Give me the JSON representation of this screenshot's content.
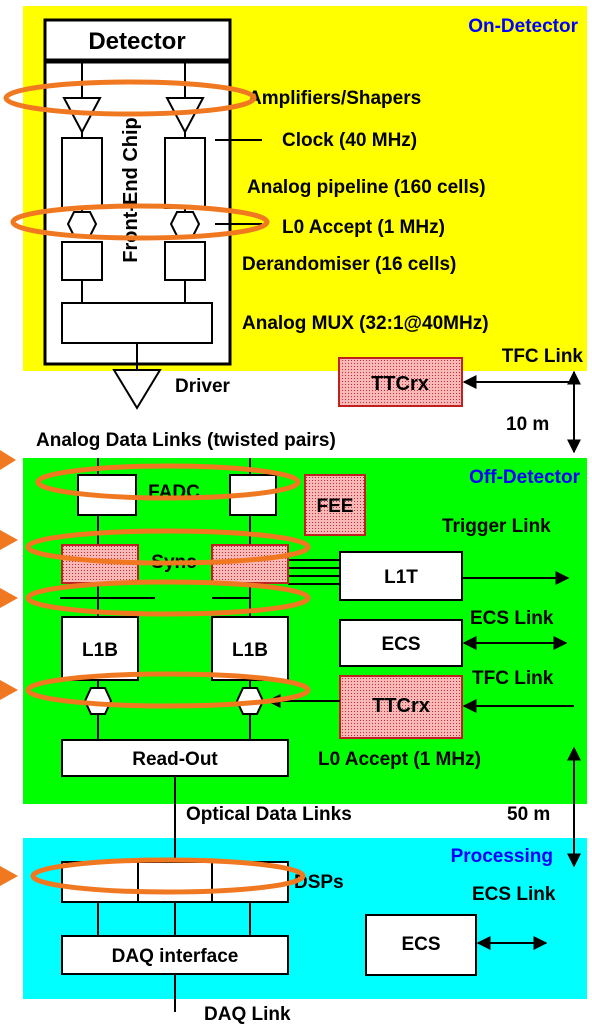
{
  "zones": {
    "on_detector": {
      "title": "On-Detector",
      "fill": "#FFFF00",
      "title_color": "#0000FF"
    },
    "off_detector": {
      "title": "Off-Detector",
      "fill": "#00FF00",
      "title_color": "#0000FF"
    },
    "processing": {
      "title": "Processing",
      "fill": "#00FFFF",
      "title_color": "#0000FF"
    }
  },
  "labels": {
    "detector": "Detector",
    "front_end_chip": "Front-End Chip",
    "amplifiers": "Amplifiers/Shapers",
    "clock": "Clock (40 MHz)",
    "pipeline": "Analog pipeline (160 cells)",
    "l0_accept_top": "L0 Accept (1 MHz)",
    "derandomiser": "Derandomiser (16 cells)",
    "analog_mux": "Analog MUX (32:1@40MHz)",
    "tfc_link_top": "TFC Link",
    "ttcrx_top": "TTCrx",
    "driver": "Driver",
    "dist_10m": "10 m",
    "analog_links": "Analog Data Links (twisted pairs)",
    "fadc": "FADC",
    "fee": "FEE",
    "trigger_link": "Trigger Link",
    "sync": "Sync",
    "l1t": "L1T",
    "ecs_link_mid": "ECS Link",
    "ecs_mid": "ECS",
    "l1b_left": "L1B",
    "l1b_right": "L1B",
    "tfc_link_mid": "TFC Link",
    "ttcrx_mid": "TTCrx",
    "readout": "Read-Out",
    "l0_accept_bottom": "L0 Accept (1 MHz)",
    "optical_links": "Optical Data Links",
    "dist_50m": "50 m",
    "dsps": "DSPs",
    "ecs_link_bottom": "ECS Link",
    "ecs_bottom": "ECS",
    "daq_interface": "DAQ interface",
    "daq_link": "DAQ Link"
  },
  "colors": {
    "highlight_ellipse": "#F07820",
    "arrow_marker": "#F07820",
    "hatched_box": "#F4A0A0",
    "hatched_box_border": "#C02020"
  }
}
